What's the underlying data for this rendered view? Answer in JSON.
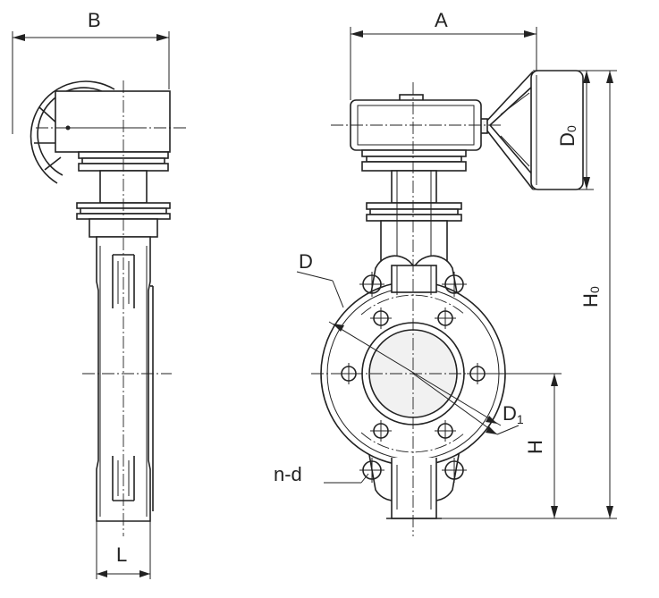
{
  "labels": {
    "B": "B",
    "L": "L",
    "A": "A",
    "D0_main": "D",
    "D0_sub": "0",
    "H0_main": "H",
    "H0_sub": "0",
    "H": "H",
    "D": "D",
    "D1_main": "D",
    "D1_sub": "1",
    "nd": "n-d"
  }
}
